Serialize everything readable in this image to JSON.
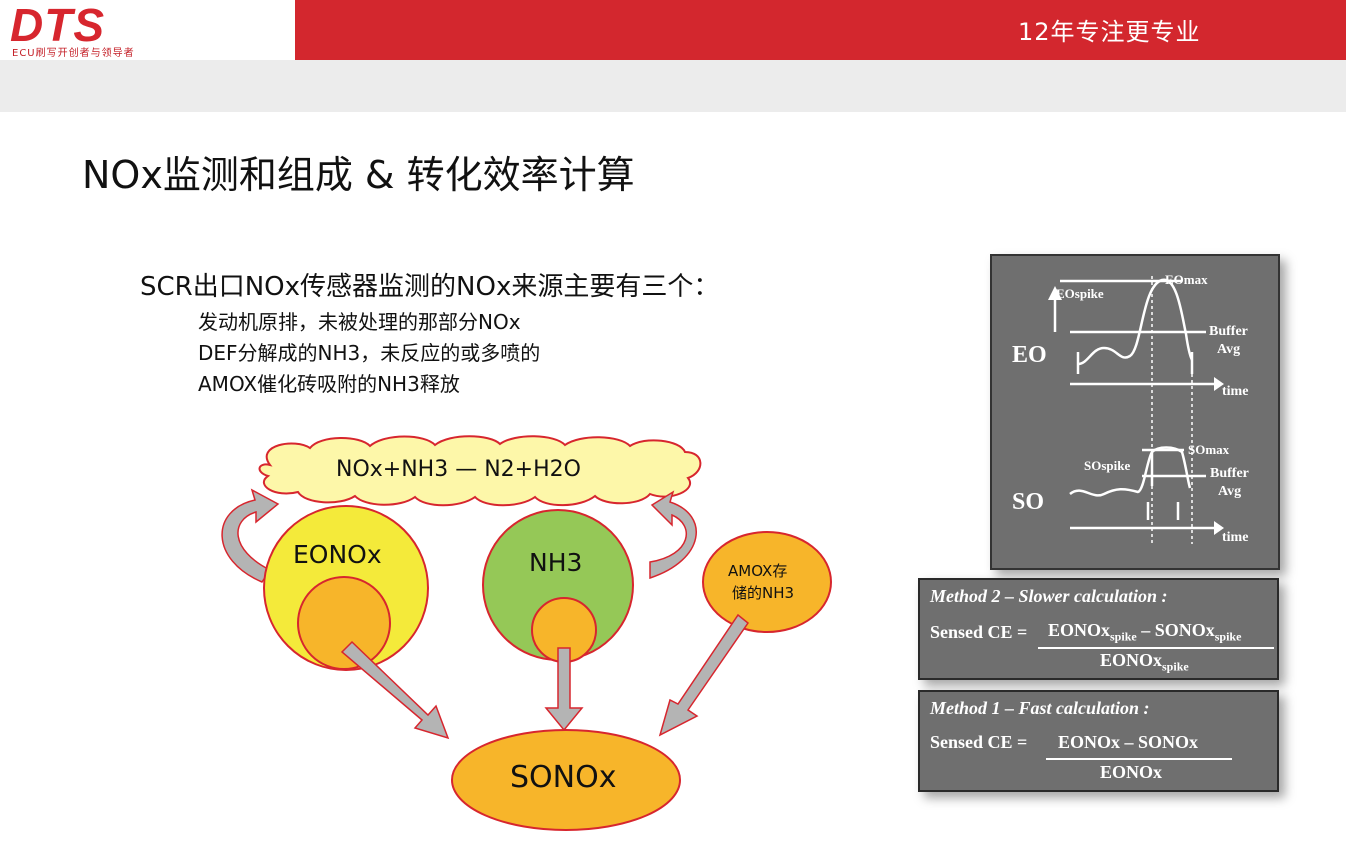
{
  "header": {
    "logo": "DTS",
    "logo_subtitle": "ECU刷写开创者与领导者",
    "slogan": "12年专注更专业"
  },
  "page": {
    "title": "NOx监测和组成 & 转化效率计算"
  },
  "intro": {
    "lead": "SCR出口NOx传感器监测的NOx来源主要有三个：",
    "items": [
      "发动机原排，未被处理的那部分NOx",
      "DEF分解成的NH3，未反应的或多喷的",
      "AMOX催化砖吸附的NH3释放"
    ]
  },
  "diagram": {
    "reaction": "NOx+NH3 — N2+H2O",
    "eonox": "EONOx",
    "nh3": "NH3",
    "amox_line1": "AMOX存",
    "amox_line2": "储的NH3",
    "sonox": "SONOx",
    "colors": {
      "cloud": "#fdf7a9",
      "yellow": "#f4ea3a",
      "orange": "#f7b52a",
      "green": "#95c857",
      "outline": "#d7262e",
      "arrow": "#b4b4b4"
    }
  },
  "graph": {
    "eo_label": "EO",
    "so_label": "SO",
    "eo_spike": "EOspike",
    "eo_max": "EOmax",
    "eo_buffer": "Buffer",
    "eo_avg": "Avg",
    "eo_time": "time",
    "so_spike": "SOspike",
    "so_max": "SOmax",
    "so_buffer": "Buffer",
    "so_avg": "Avg",
    "so_time": "time"
  },
  "methods": {
    "method2": {
      "title": "Method 2 – Slower calculation :",
      "label": "Sensed CE =",
      "num_a": "EONOx",
      "num_a_sub": "spike",
      "minus": "–",
      "num_b": "SONOx",
      "num_b_sub": "spike",
      "den": "EONOx",
      "den_sub": "spike"
    },
    "method1": {
      "title": "Method 1 – Fast calculation :",
      "label": "Sensed CE =",
      "numerator": "EONOx – SONOx",
      "den": "EONOx"
    }
  }
}
